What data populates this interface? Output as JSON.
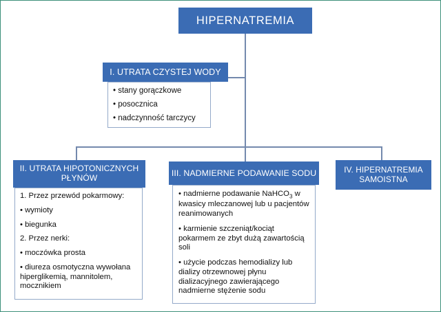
{
  "diagram": {
    "title_label": "HIPERNATREMIA",
    "accent_color": "#3b6cb4",
    "line_color": "#7389ad",
    "frame_color": "#3c8f79",
    "box_border_color": "#93a9c9",
    "nodes": [
      {
        "id": "I",
        "header": "I. UTRATA CZYSTEJ WODY",
        "items": [
          "• stany gorączkowe",
          "• posocznica",
          "• nadczynność tarczycy"
        ]
      },
      {
        "id": "II",
        "header": "II. UTRATA HIPOTONICZNYCH PŁYNÓW",
        "items": [
          "1. Przez przewód pokarmowy:",
          "• wymioty",
          "• biegunka",
          "2. Przez nerki:",
          "• moczówka prosta",
          "• diureza osmotyczna wywołana hiperglikemią, mannitolem, mocznikiem"
        ]
      },
      {
        "id": "III",
        "header": "III. NADMIERNE PODAWANIE SODU",
        "items": [
          "• nadmierne podawanie NaHCO3 w kwasicy mleczanowej lub u pacjentów reanimowanych",
          "• karmienie szczeniąt/kociąt pokarmem ze zbyt dużą zawartością soli",
          "• użycie podczas hemodializy lub dializy otrzewnowej płynu dializacyjnego zawierającego nadmierne stężenie sodu"
        ]
      },
      {
        "id": "IV",
        "header": "IV. HIPERNATREMIA SAMOISTNA",
        "items": []
      }
    ]
  }
}
